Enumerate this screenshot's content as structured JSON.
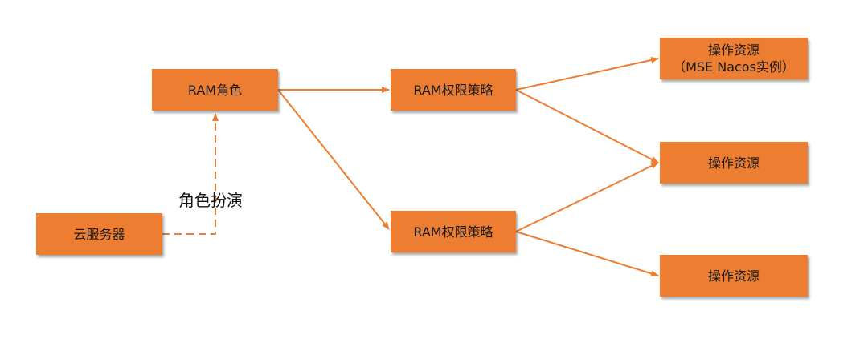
{
  "diagram": {
    "colors": {
      "box_fill": "#ED7D31",
      "arrow": "#ED7D31",
      "text": "#1a1a1a"
    },
    "nodes": {
      "cloud_server": {
        "label": "云服务器"
      },
      "ram_role": {
        "label": "RAM角色"
      },
      "policy_top": {
        "label": "RAM权限策略"
      },
      "policy_bottom": {
        "label": "RAM权限策略"
      },
      "resource_mse": {
        "label_line1": "操作资源",
        "label_line2": "（MSE Nacos实例）"
      },
      "resource_mid": {
        "label": "操作资源"
      },
      "resource_bottom": {
        "label": "操作资源"
      }
    },
    "edges": [
      {
        "from": "cloud_server",
        "to": "ram_role",
        "style": "dashed",
        "label": "角色扮演"
      },
      {
        "from": "ram_role",
        "to": "policy_top",
        "style": "solid"
      },
      {
        "from": "ram_role",
        "to": "policy_bottom",
        "style": "solid"
      },
      {
        "from": "policy_top",
        "to": "resource_mse",
        "style": "solid"
      },
      {
        "from": "policy_top",
        "to": "resource_mid",
        "style": "solid"
      },
      {
        "from": "policy_bottom",
        "to": "resource_mid",
        "style": "solid"
      },
      {
        "from": "policy_bottom",
        "to": "resource_bottom",
        "style": "solid"
      }
    ],
    "edge_label": "角色扮演"
  }
}
